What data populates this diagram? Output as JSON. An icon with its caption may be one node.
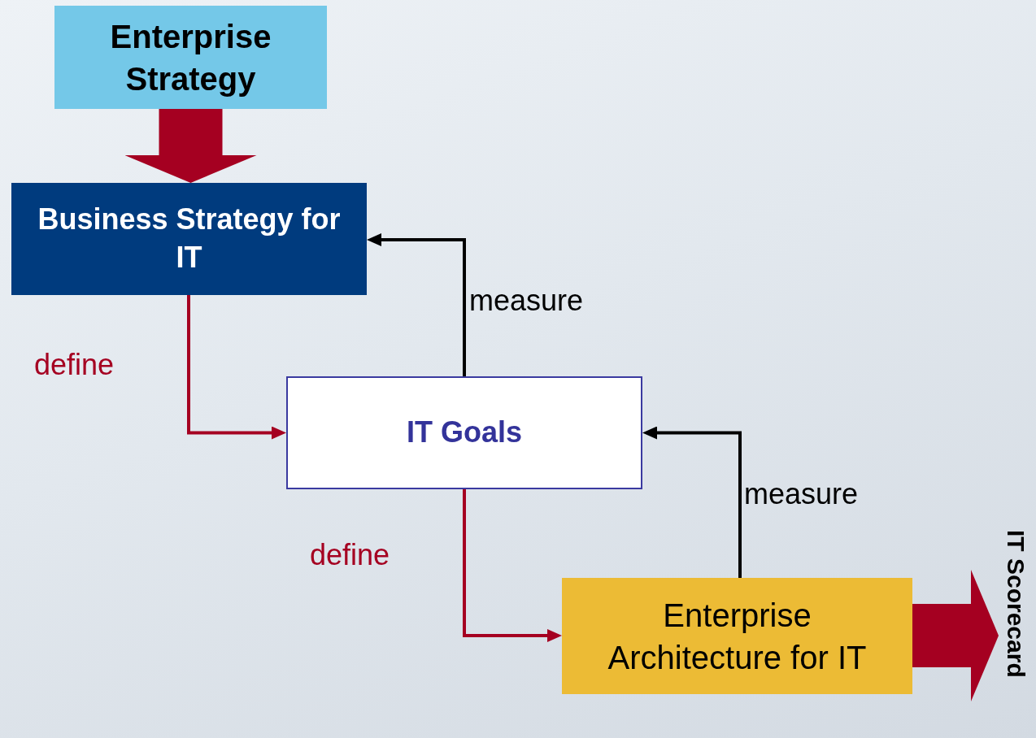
{
  "diagram": {
    "nodes": [
      {
        "text": [
          "Enterprise Strategy"
        ]
      },
      {
        "text": [
          "Business Strategy for IT"
        ]
      },
      {
        "text": [
          "IT Goals"
        ]
      },
      {
        "text": [
          "Enterprise Architecture for IT"
        ]
      },
      {
        "text": [
          "IT Scorecard"
        ]
      }
    ],
    "edges": [
      {
        "from": 0,
        "to": 1,
        "arrow": "to",
        "style": "thick"
      },
      {
        "from": 1,
        "to": 2,
        "arrow": "to",
        "label": "define"
      },
      {
        "from": 2,
        "to": 1,
        "arrow": "to",
        "label": "measure",
        "color": "#000000"
      },
      {
        "from": 2,
        "to": 3,
        "arrow": "to",
        "label": "define"
      },
      {
        "from": 3,
        "to": 2,
        "arrow": "to",
        "label": "measure",
        "color": "#000000"
      },
      {
        "from": 3,
        "to": 4,
        "arrow": "to",
        "style": "thick"
      }
    ]
  }
}
